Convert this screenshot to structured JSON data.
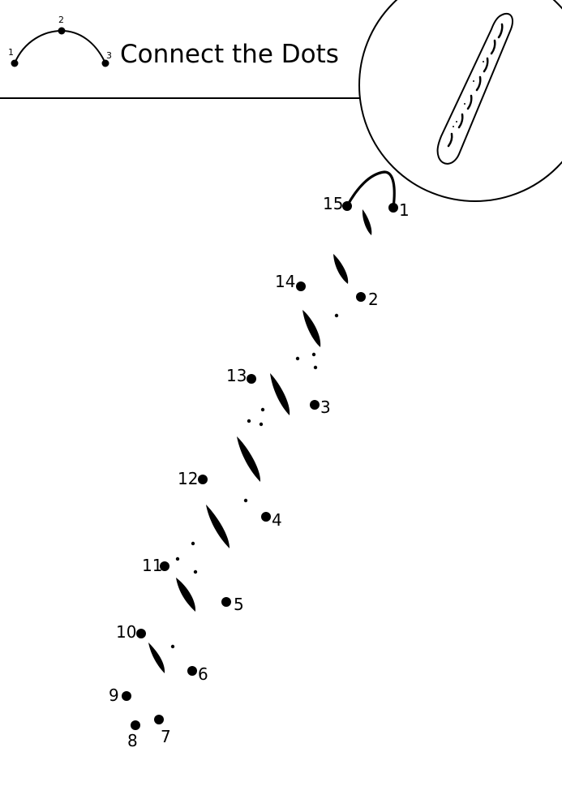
{
  "header": {
    "title": "Connect the Dots",
    "example_labels": [
      "1",
      "2",
      "3"
    ]
  },
  "preview": {
    "icon": "baguette-icon"
  },
  "puzzle": {
    "dot_labels": [
      "1",
      "2",
      "3",
      "4",
      "5",
      "6",
      "7",
      "8",
      "9",
      "10",
      "11",
      "12",
      "13",
      "14",
      "15"
    ]
  },
  "colors": {
    "ink": "#000000",
    "paper": "#ffffff"
  }
}
